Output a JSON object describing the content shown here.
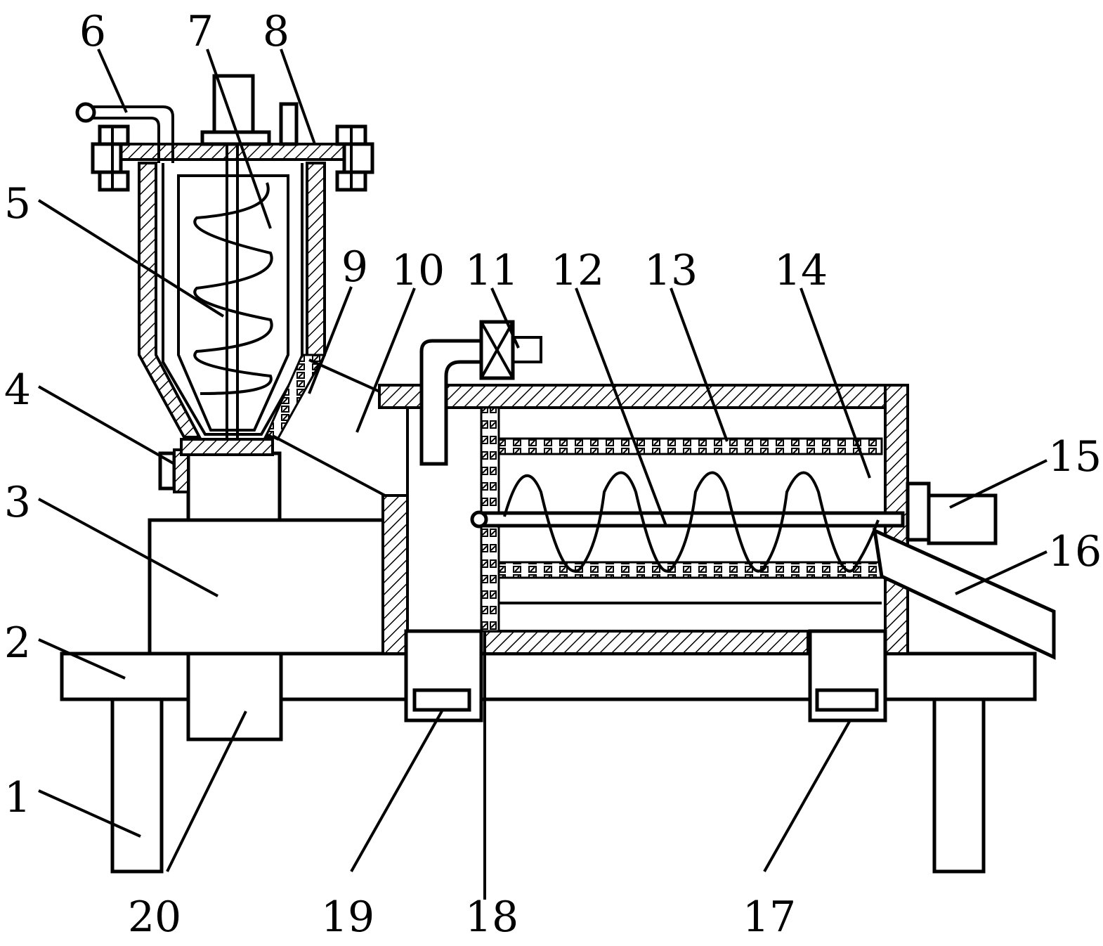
{
  "figure": {
    "labels": [
      "1",
      "2",
      "3",
      "4",
      "5",
      "6",
      "7",
      "8",
      "9",
      "10",
      "11",
      "12",
      "13",
      "14",
      "15",
      "16",
      "17",
      "18",
      "19",
      "20"
    ]
  }
}
